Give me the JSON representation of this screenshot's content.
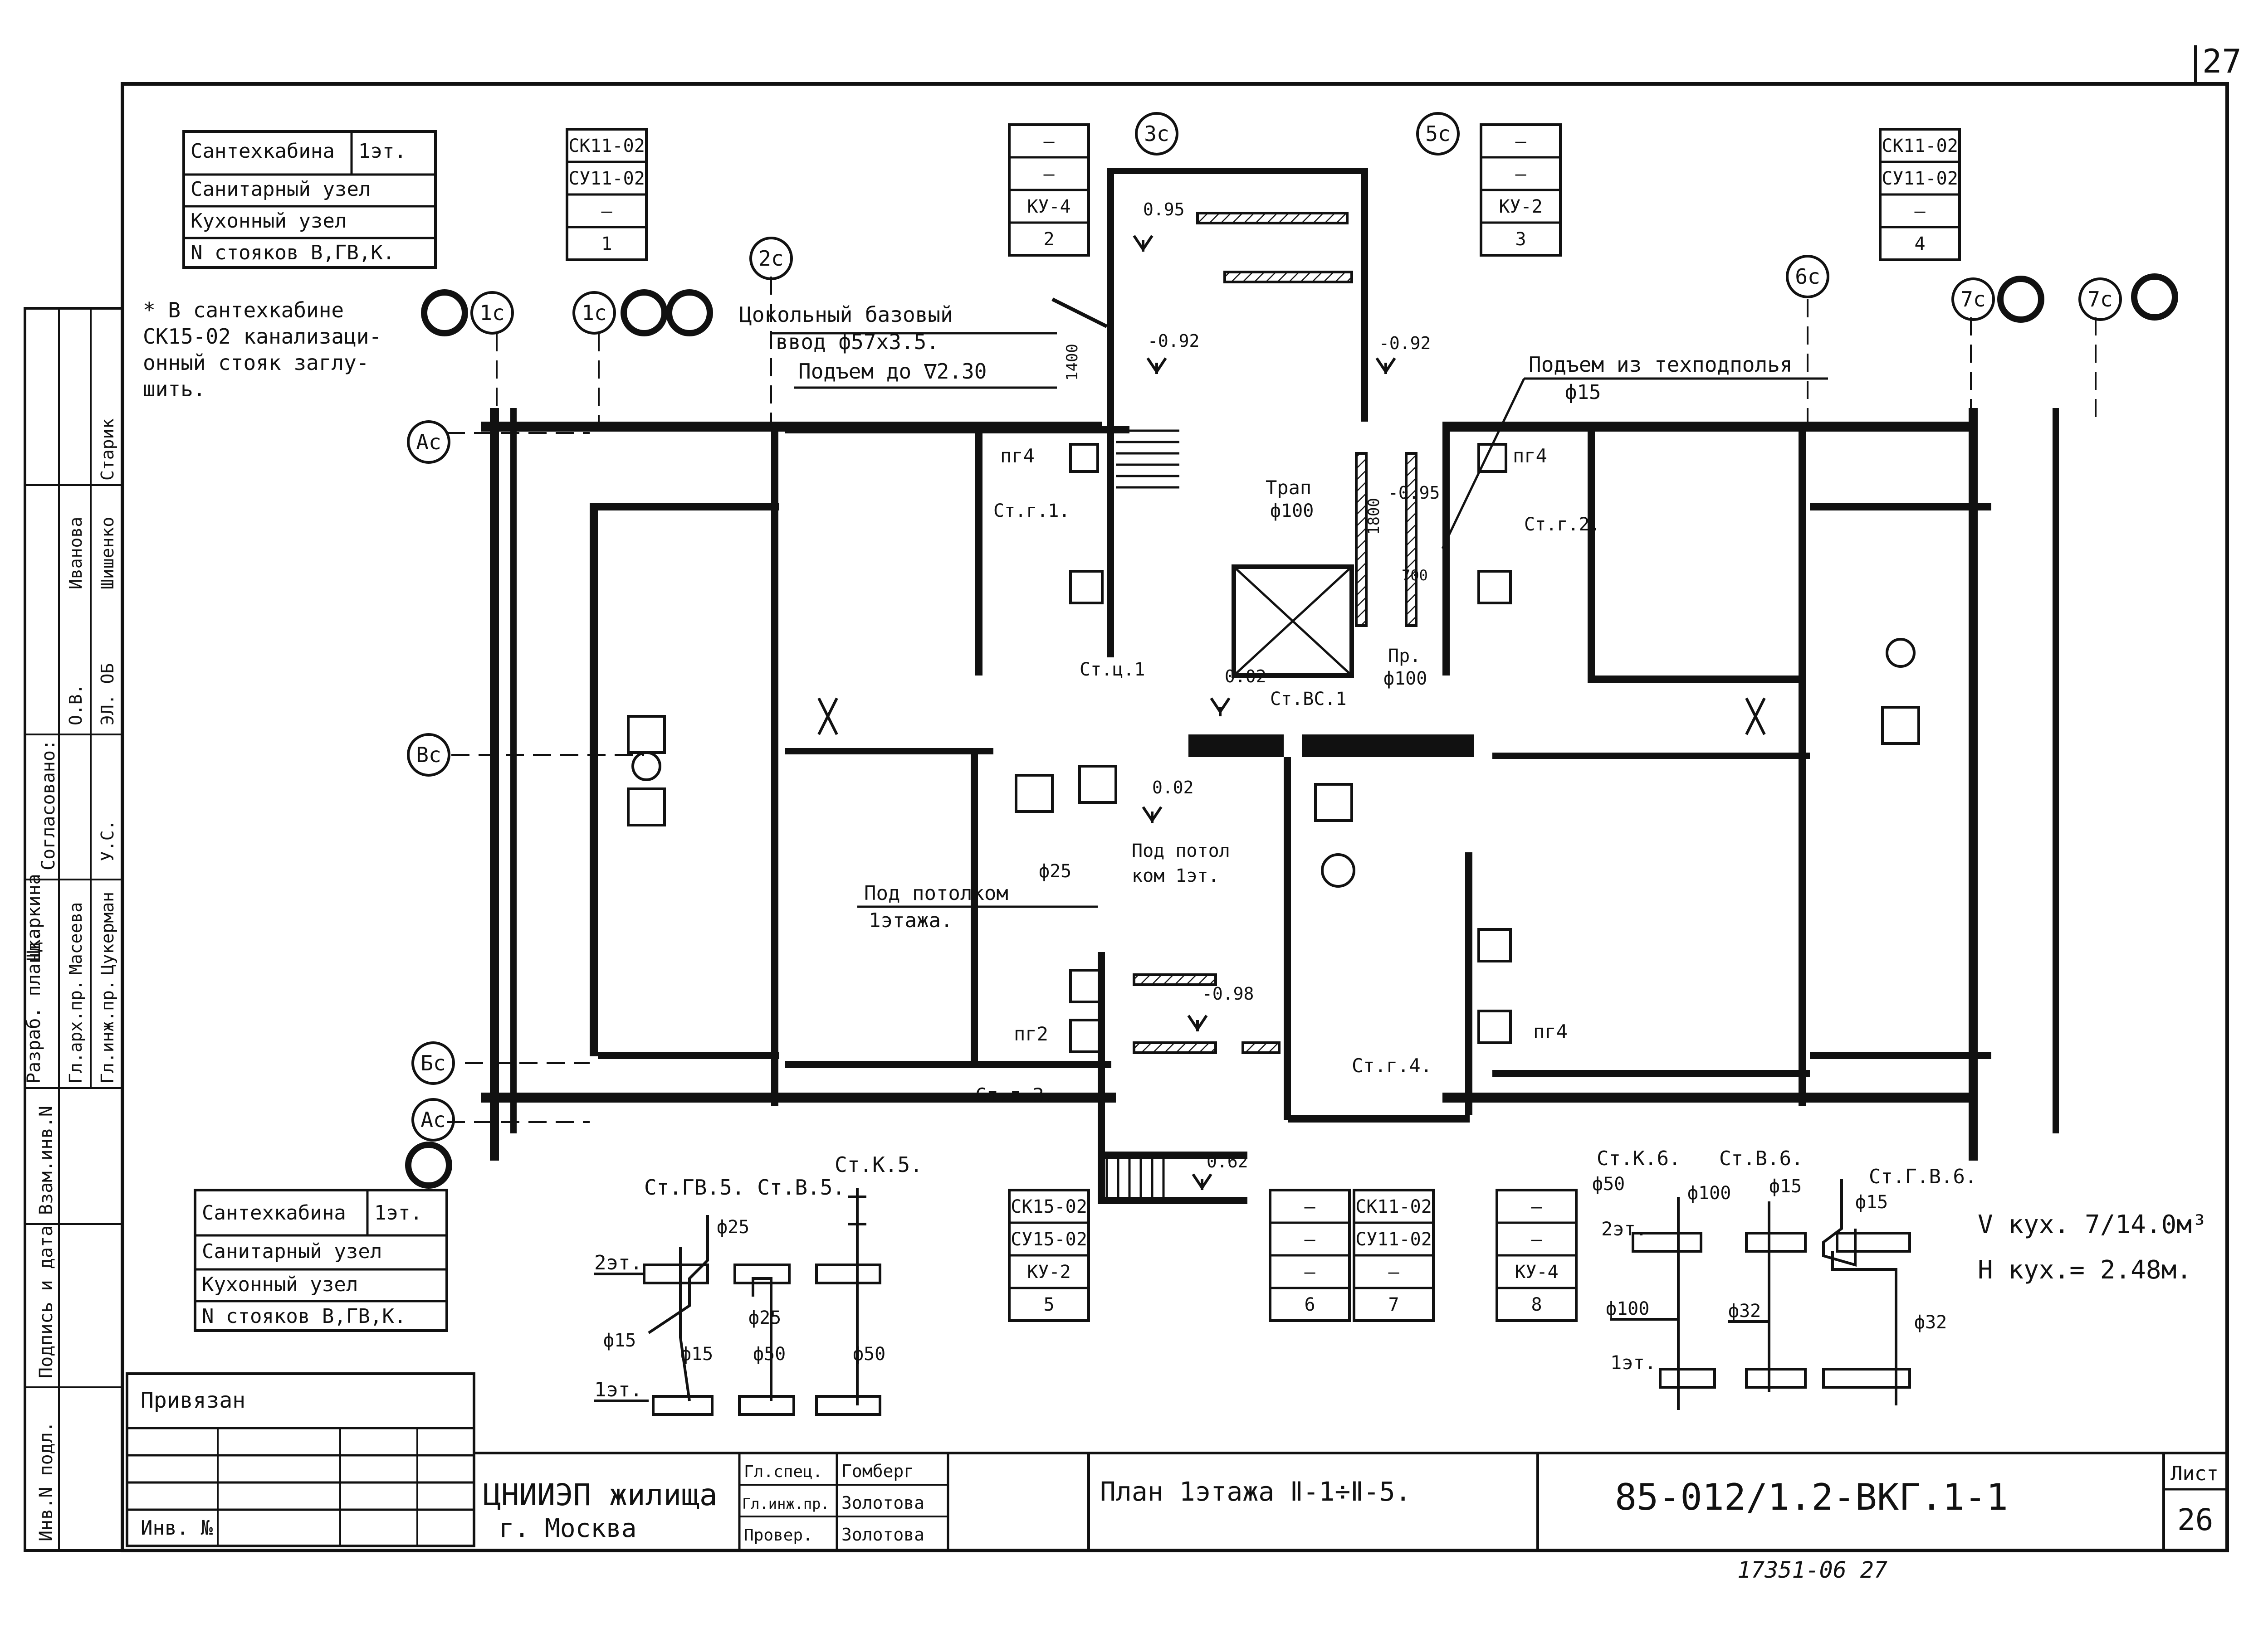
{
  "sheet": {
    "page_no": "27",
    "sheet_label": "Лист",
    "sheet_no": "26",
    "code": "85-012/1.2-ВКГ.1-1",
    "title": "План 1этажа Ⅱ-1÷Ⅱ-5.",
    "org_name": "ЦНИИЭП жилища",
    "org_city": "г. Москва",
    "stamp_rows": [
      {
        "role": "Гл.спец.",
        "name": "Гомберг"
      },
      {
        "role": "Гл.инж.пр.",
        "name": "Золотова"
      },
      {
        "role": "Провер.",
        "name": "Золотова"
      }
    ],
    "privyazan": "Привязан",
    "inv_no_label": "Инв. №",
    "bottom_note": "17351-06   27"
  },
  "side_stamp": {
    "approved_header": "Согласовано:",
    "rows": [
      {
        "role": "Разраб. планд.",
        "name": "Шкаркина"
      },
      {
        "role": "Гл.арх.пр.",
        "name": "Масеева"
      },
      {
        "role": "Гл.инж.пр.",
        "name": "Цукерман"
      }
    ],
    "approved_top": [
      "Иванова",
      "Шишенко",
      "Старик"
    ],
    "approved_codes": [
      "О.В.",
      "ЭЛ. ОБ",
      "У.С."
    ],
    "vertical_labels": [
      "Инв.N подл.",
      "Подпись и дата",
      "Взам.инв.N"
    ]
  },
  "legend_tables": [
    {
      "rows": [
        "Сантехкабина",
        "Санитарный узел",
        "Кухонный узел",
        "N стояков В,ГВ,К."
      ],
      "col": "1эт."
    },
    {
      "rows": [
        "Сантехкабина",
        "Санитарный узел",
        "Кухонный узел",
        "N стояков В,ГВ,К."
      ],
      "col": "1эт."
    }
  ],
  "unit_boxes": [
    {
      "rows": [
        "СК11-02",
        "СУ11-02",
        "—",
        "1"
      ]
    },
    {
      "rows": [
        "—",
        "—",
        "КУ-4",
        "2"
      ]
    },
    {
      "rows": [
        "—",
        "—",
        "КУ-2",
        "3"
      ]
    },
    {
      "rows": [
        "СК11-02",
        "СУ11-02",
        "—",
        "4"
      ]
    },
    {
      "rows": [
        "СК15-02",
        "СУ15-02",
        "КУ-2",
        "5"
      ]
    },
    {
      "rows": [
        "—",
        "—",
        "—",
        "6"
      ]
    },
    {
      "rows": [
        "СК11-02",
        "СУ11-02",
        "—",
        "7"
      ]
    },
    {
      "rows": [
        "—",
        "—",
        "КУ-4",
        "8"
      ]
    }
  ],
  "axis_marks": [
    "1с",
    "1с",
    "2с",
    "3с",
    "5с",
    "6с",
    "7с",
    "7с",
    "Ас",
    "Вс",
    "Бс",
    "Ас"
  ],
  "notes": {
    "note_star": [
      "* В сантехкабине",
      "СК15-02 канализаци-",
      "онный стояк заглу-",
      "шить."
    ],
    "inlet": [
      "Цокольный базовый",
      "ввод ф57х3.5.",
      "Подъем до ∇2.30"
    ],
    "lift": [
      "Подъем из техподполья",
      "ф15"
    ],
    "ceiling": [
      "Под потолком",
      "1этажа."
    ],
    "ceiling2": [
      "Под потол",
      "ком 1эт."
    ],
    "trap": [
      "Трап",
      "ф100"
    ],
    "pr": [
      "Пр.",
      "ф100"
    ],
    "volume": "V кух. 7/14.0м³",
    "height": "Н кух.= 2.48м."
  },
  "labels": {
    "pg4_a": "пг4",
    "pg4_b": "пг4",
    "pg4_c": "пг4",
    "pg2": "пг2",
    "st_g1": "Ст.г.1.",
    "st_g2": "Ст.г.2.",
    "st_g3": "Ст.г.3.",
    "st_g4": "Ст.г.4.",
    "st_c1": "Ст.ц.1",
    "st_vs1": "Ст.ВС.1",
    "f25": "ф25",
    "lv_095": "0.95",
    "lv_092a": "-0.92",
    "lv_092b": "-0.92",
    "lv_095b": "-0.95",
    "lv_002a": "0.02",
    "lv_002b": "0.02",
    "lv_098": "-0.98",
    "lv_062": "0.62",
    "dim_1400": "1400",
    "dim_1800": "1800",
    "dim_700": "700"
  },
  "risers_left": {
    "head_a": "Ст.ГВ.5. Ст.В.5.",
    "head_b": "Ст.К.5.",
    "fl2": "2эт.",
    "fl1": "1эт.",
    "d": [
      "ф25",
      "ф15",
      "ф15",
      "ф25",
      "ф50",
      "ф50"
    ]
  },
  "risers_right": {
    "head": [
      "Ст.К.6.",
      "Ст.В.6.",
      "Ст.Г.В.6."
    ],
    "fl2": "2эт.",
    "fl1": "1эт.",
    "d": [
      "ф50",
      "ф100",
      "ф15",
      "ф15",
      "ф100",
      "ф32",
      "ф32"
    ]
  }
}
